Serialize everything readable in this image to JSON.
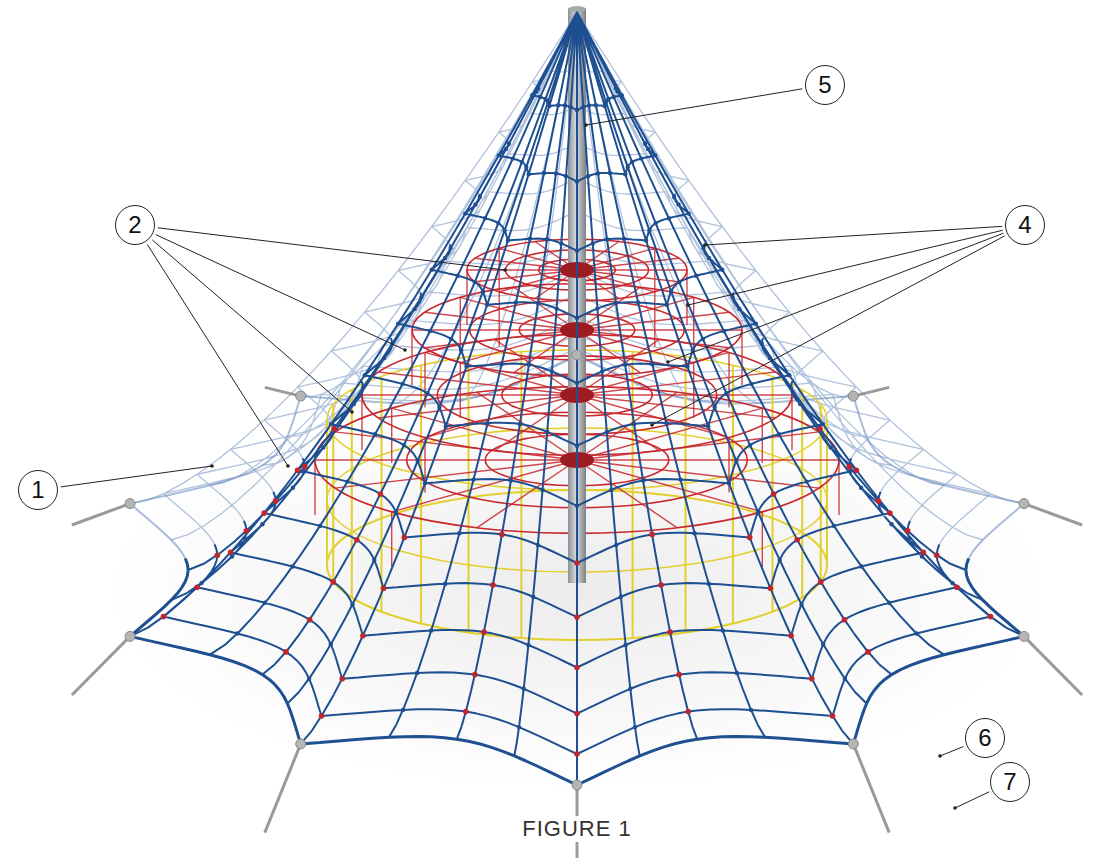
{
  "diagram": {
    "caption": "FIGURE 1",
    "labels": [
      "5",
      "2",
      "4",
      "1",
      "6",
      "7"
    ]
  }
}
